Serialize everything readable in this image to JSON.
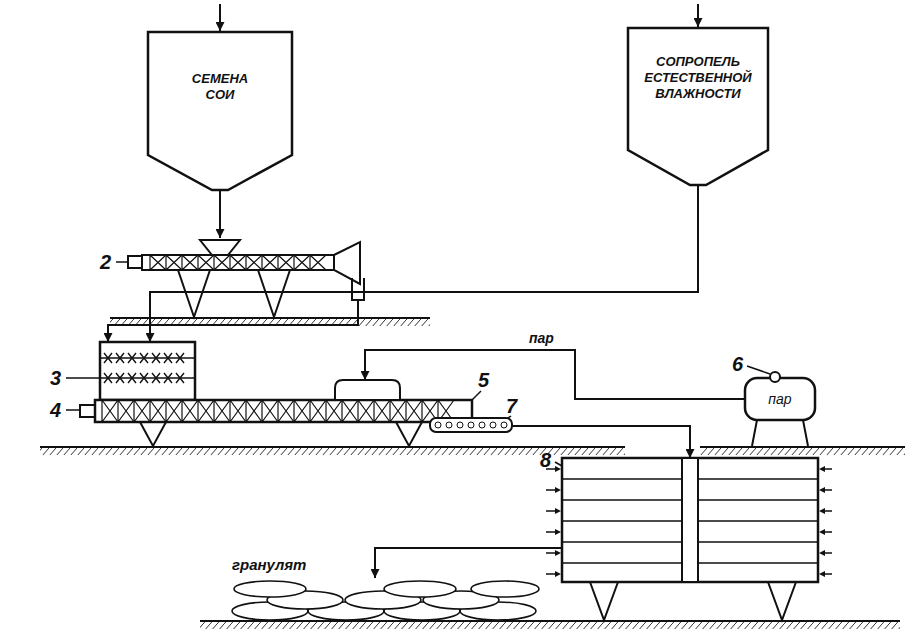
{
  "diagram": {
    "nodes": [
      {
        "text": [
          "СЕМЕНА СОИ"
        ]
      },
      {
        "text": [
          "СОПРОПЕЛЬ ЕСТЕСТВЕННОЙ ВЛАЖНОСТИ"
        ]
      },
      {
        "text": [
          "2"
        ]
      },
      {
        "text": [
          "3"
        ]
      },
      {
        "text": [
          "4",
          "5"
        ]
      },
      {
        "text": [
          "6",
          "пар"
        ]
      },
      {
        "text": [
          "7"
        ]
      },
      {
        "text": [
          "8"
        ]
      }
    ],
    "edges": [
      {
        "from": 0,
        "to": 2,
        "arrow": "to"
      },
      {
        "from": 2,
        "to": 3,
        "arrow": "to"
      },
      {
        "from": 1,
        "to": 3,
        "arrow": "to"
      },
      {
        "from": 5,
        "to": 4,
        "label": "пар",
        "arrow": "to"
      },
      {
        "from": 6,
        "to": 7,
        "arrow": "to"
      }
    ],
    "labels": [
      "гранулят"
    ]
  }
}
